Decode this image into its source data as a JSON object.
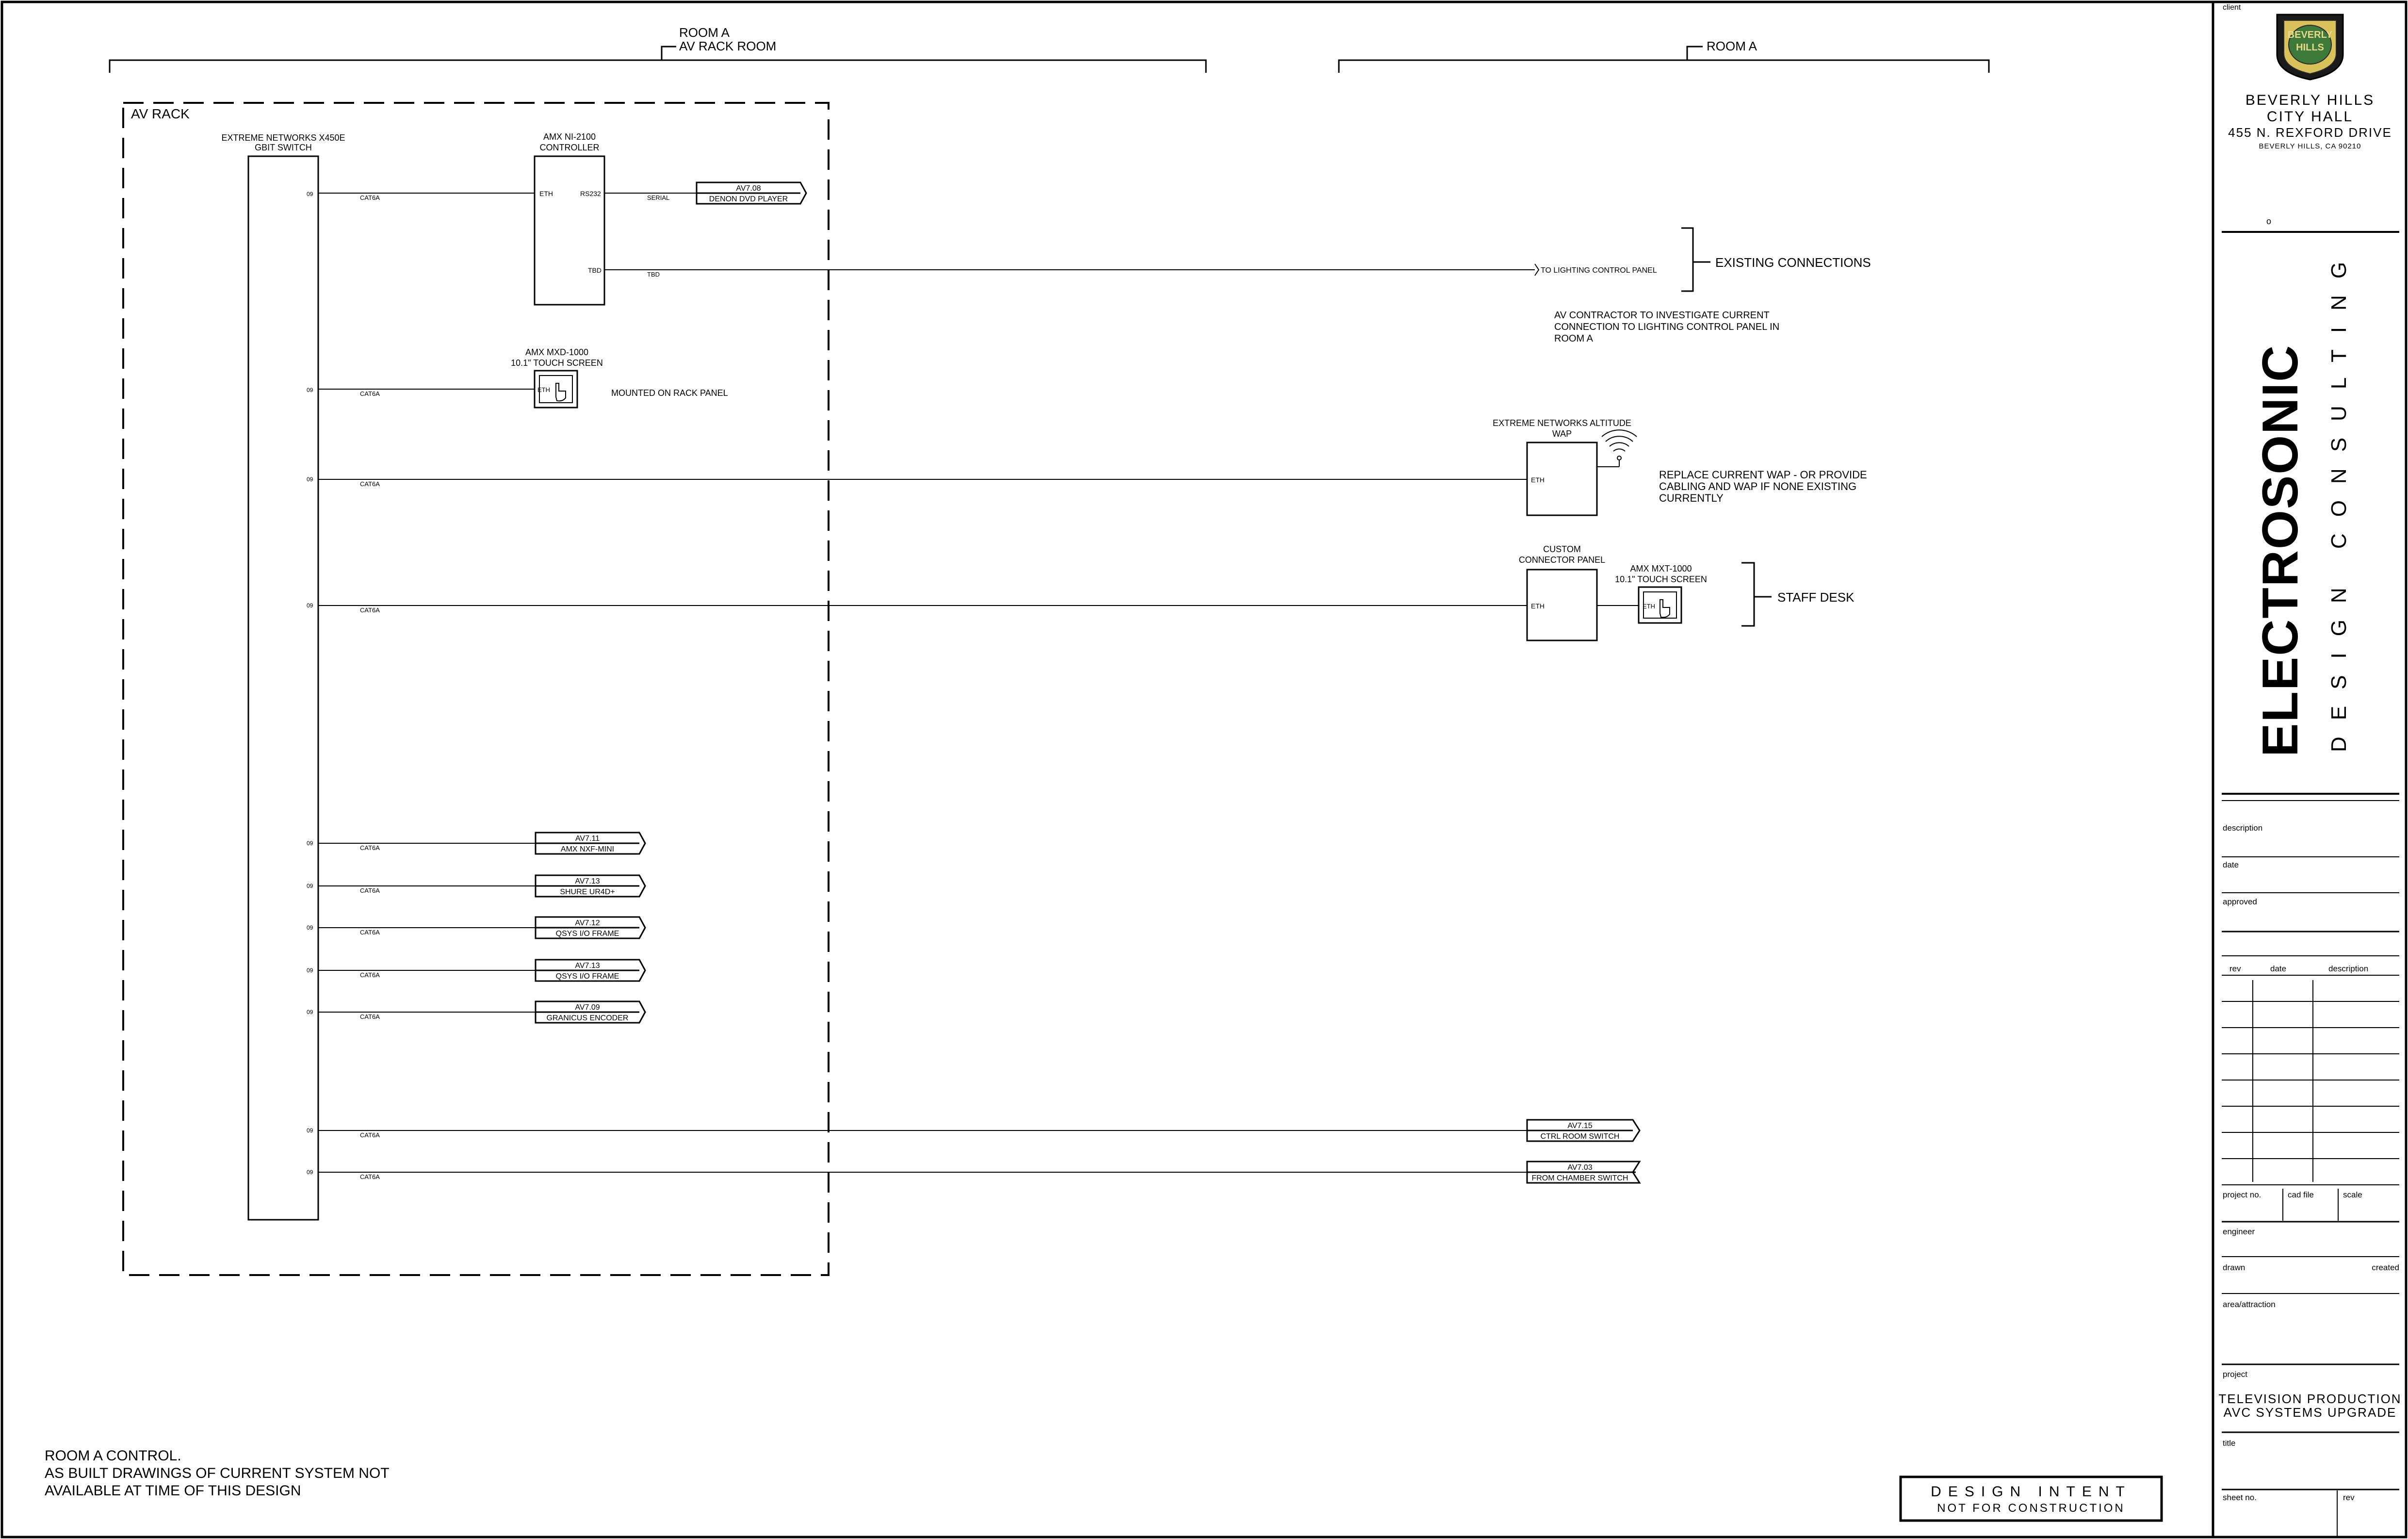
{
  "headers": {
    "left_top": "ROOM A",
    "left_bottom": "AV RACK ROOM",
    "right": "ROOM A"
  },
  "rack": {
    "label": "AV RACK",
    "switch_line1": "EXTREME NETWORKS X450E",
    "switch_line2": "GBIT SWITCH",
    "port_marks": [
      "09",
      "09",
      "09",
      "09",
      "09",
      "09",
      "09",
      "09",
      "09",
      "09",
      "09"
    ],
    "cable_labels": [
      "CAT6A",
      "CAT6A",
      "CAT6A",
      "CAT6A",
      "CAT6A",
      "CAT6A",
      "CAT6A",
      "CAT6A",
      "CAT6A",
      "CAT6A",
      "CAT6A"
    ]
  },
  "controller": {
    "line1": "AMX NI-2100",
    "line2": "CONTROLLER",
    "eth": "ETH",
    "rs232": "RS232",
    "tbd": "TBD",
    "serial_label": "SERIAL",
    "tbd_label": "TBD"
  },
  "offpage": {
    "dvd_ref": "AV7.08",
    "dvd_name": "DENON DVD PLAYER",
    "nxf_ref": "AV7.11",
    "nxf_name": "AMX NXF-MINI",
    "shure_ref": "AV7.13",
    "shure_name": "SHURE UR4D+",
    "qsys1_ref": "AV7.12",
    "qsys1_name": "QSYS I/O FRAME",
    "qsys2_ref": "AV7.13",
    "qsys2_name": "QSYS I/O FRAME",
    "gran_ref": "AV7.09",
    "gran_name": "GRANICUS ENCODER",
    "ctrl_ref": "AV7.15",
    "ctrl_name": "CTRL ROOM SWITCH",
    "chamber_ref": "AV7.03",
    "chamber_name": "FROM CHAMBER SWITCH"
  },
  "touch_rack": {
    "line1": "AMX MXD-1000",
    "line2": "10.1\" TOUCH SCREEN",
    "eth": "ETH",
    "note": "MOUNTED ON RACK PANEL"
  },
  "lighting": {
    "to_label": "TO  LIGHTING CONTROL PANEL",
    "group_label": "EXISTING CONNECTIONS",
    "note_line1": "AV CONTRACTOR TO INVESTIGATE CURRENT",
    "note_line2": "CONNECTION TO LIGHTING CONTROL PANEL IN",
    "note_line3": "ROOM A"
  },
  "wap": {
    "line1": "EXTREME NETWORKS ALTITUDE",
    "line2": "WAP",
    "eth": "ETH",
    "note_line1": "REPLACE CURRENT WAP - OR PROVIDE",
    "note_line2": "CABLING AND WAP IF NONE EXISTING",
    "note_line3": "CURRENTLY"
  },
  "connector": {
    "line1": "CUSTOM",
    "line2": "CONNECTOR PANEL",
    "eth": "ETH",
    "touch_line1": "AMX MXT-1000",
    "touch_line2": "10.1\" TOUCH SCREEN",
    "touch_eth": "ETH",
    "group_label": "STAFF DESK"
  },
  "bottom_note": {
    "line1": "ROOM A CONTROL.",
    "line2": "AS BUILT DRAWINGS OF CURRENT SYSTEM NOT",
    "line3": "AVAILABLE AT TIME OF THIS DESIGN"
  },
  "stamp": {
    "line1": "DESIGN INTENT",
    "line2": "NOT FOR CONSTRUCTION"
  },
  "title_block": {
    "client_label": "client",
    "seal_top": "BEVERLY",
    "seal_bottom": "HILLS",
    "client_line1": "BEVERLY HILLS",
    "client_line2": "CITY HALL",
    "client_line3": "455 N. REXFORD DRIVE",
    "client_line4": "BEVERLY HILLS, CA 90210",
    "small_mark": "o",
    "logo_main": "ELECTROSONIC",
    "logo_sub": "DESIGN CONSULTING",
    "description_label": "description",
    "date_label": "date",
    "approved_label": "approved",
    "rev_col": "rev",
    "date_col": "date",
    "desc_col": "description",
    "project_no_label": "project no.",
    "cad_file_label": "cad file",
    "scale_label": "scale",
    "engineer_label": "engineer",
    "drawn_label": "drawn",
    "created_label": "created",
    "area_label": "area/attraction",
    "project_label": "project",
    "project_line1": "TELEVISION PRODUCTION",
    "project_line2": "AVC SYSTEMS UPGRADE",
    "title_label": "title",
    "sheet_no_label": "sheet no.",
    "rev_label": "rev"
  }
}
